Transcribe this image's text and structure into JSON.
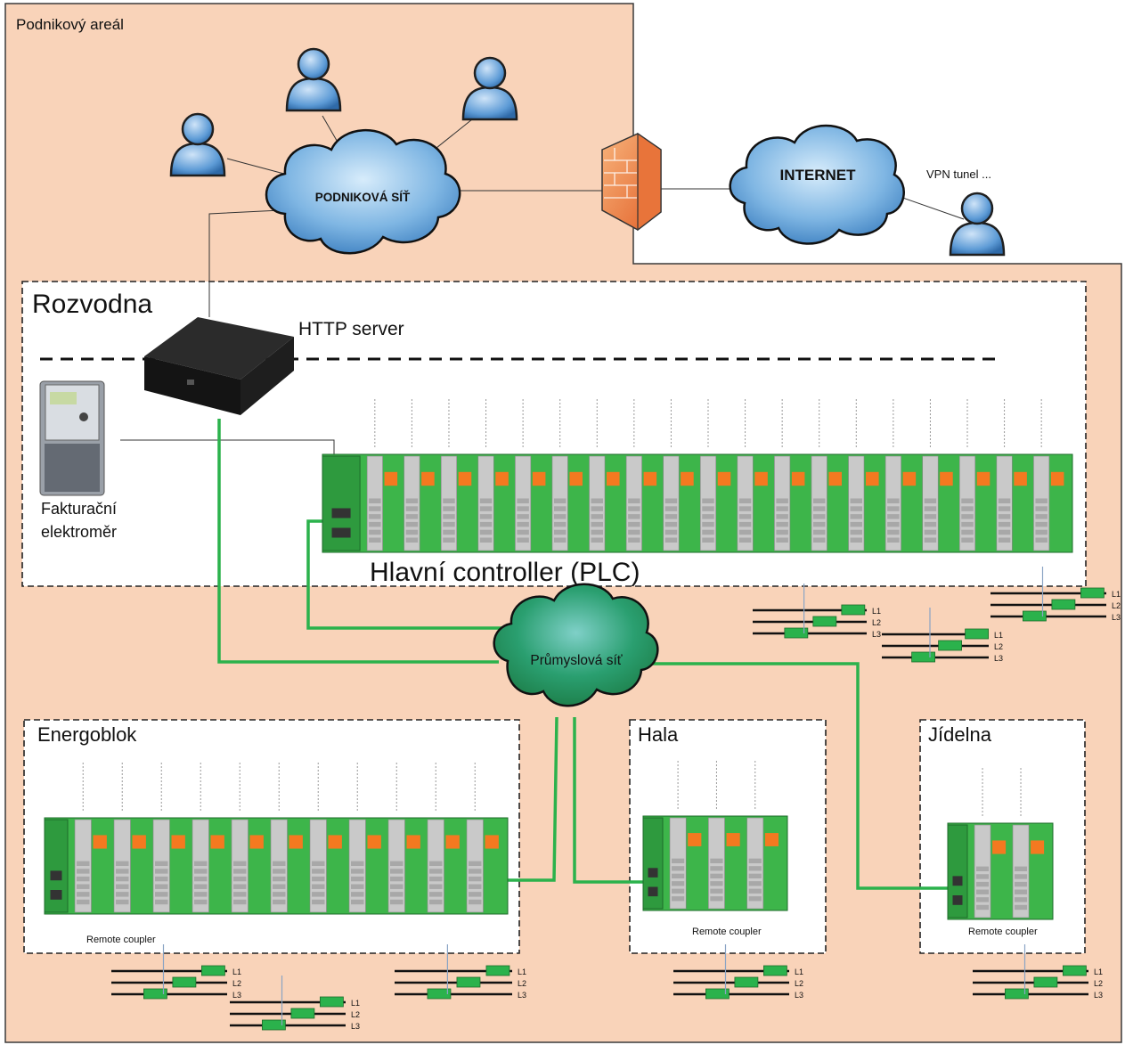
{
  "areas": {
    "campus": "Podnikový areál",
    "switchroom": "Rozvodna",
    "energoblock": "Energoblok",
    "hall": "Hala",
    "canteen": "Jídelna"
  },
  "clouds": {
    "enterprise": "PODNIKOVÁ SÍŤ",
    "internet": "INTERNET",
    "industrial": "Průmyslová síť"
  },
  "labels": {
    "vpn": "VPN tunel ...",
    "http_server": "HTTP server",
    "meter_line1": "Fakturační",
    "meter_line2": "elektroměr",
    "plc": "Hlavní controller (PLC)",
    "remote_coupler": "Remote coupler"
  },
  "phases": [
    "L1",
    "L2",
    "L3"
  ],
  "colors": {
    "campus_bg": "#f9d3b9",
    "industrial_link": "#2bb24c",
    "module_green": "#3db54a",
    "module_orange": "#f47920",
    "module_grey": "#c9c9c9",
    "cloud_blue": "#8fc4ea",
    "cloud_green": "#2aa86a",
    "firewall": "#f08a3a",
    "user_blue": "#5d9bd6"
  },
  "icons": {
    "user": "user-icon",
    "firewall": "firewall-icon",
    "server": "server-icon",
    "meter": "electricity-meter-icon",
    "plc": "plc-rack",
    "cloud": "cloud-icon"
  }
}
